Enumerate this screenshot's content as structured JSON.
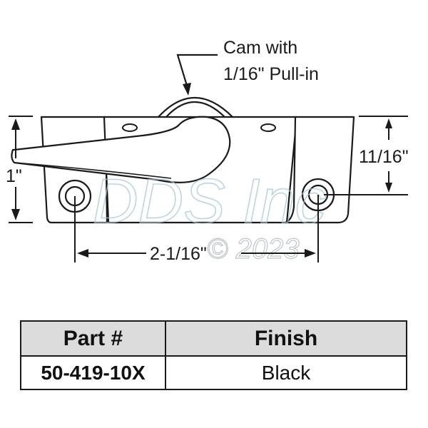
{
  "diagram": {
    "subject": "sash lock",
    "callout": {
      "line1": "Cam with",
      "line2": "1/16\" Pull-in"
    },
    "dimensions": {
      "height": "1\"",
      "hole_to_top": "11/16\"",
      "hole_spacing": "2-1/16\""
    },
    "watermark": {
      "text": "DDS Inc",
      "copyright": "© 2023"
    }
  },
  "table": {
    "headers": [
      "Part #",
      "Finish"
    ],
    "rows": [
      [
        "50-419-10X",
        "Black"
      ]
    ],
    "header_bg": "#dcdcdc",
    "border_color": "#1a1a1a"
  }
}
